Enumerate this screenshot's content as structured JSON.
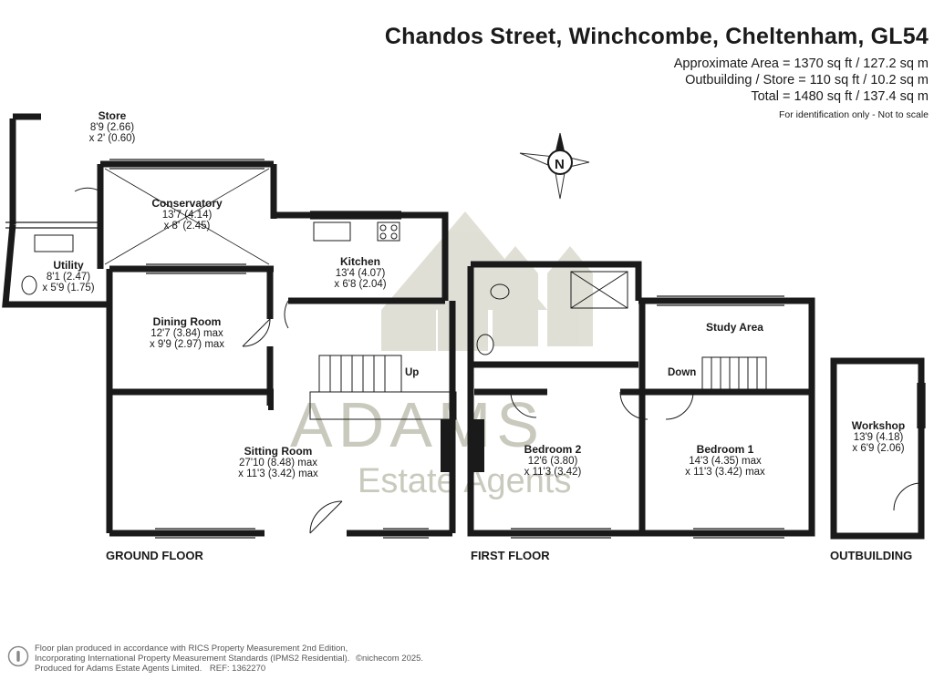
{
  "header": {
    "address": "Chandos Street, Winchcombe, Cheltenham, GL54",
    "approx_area": "Approximate Area = 1370 sq ft / 127.2 sq m",
    "outbuilding_area": "Outbuilding / Store = 110 sq ft / 10.2 sq m",
    "total_area": "Total = 1480 sq ft / 137.4 sq m",
    "note": "For identification only - Not to scale"
  },
  "compass": {
    "label": "N"
  },
  "watermark": {
    "brand": "ADAMS",
    "tagline": "Estate Agents"
  },
  "rooms": {
    "store": {
      "name": "Store",
      "dim1": "8'9 (2.66)",
      "dim2": "x 2' (0.60)"
    },
    "conservatory": {
      "name": "Conservatory",
      "dim1": "13'7 (4.14)",
      "dim2": "x 8' (2.45)"
    },
    "utility": {
      "name": "Utility",
      "dim1": "8'1 (2.47)",
      "dim2": "x 5'9 (1.75)"
    },
    "kitchen": {
      "name": "Kitchen",
      "dim1": "13'4 (4.07)",
      "dim2": "x 6'8 (2.04)"
    },
    "dining": {
      "name": "Dining Room",
      "dim1": "12'7 (3.84) max",
      "dim2": "x 9'9 (2.97) max"
    },
    "sitting": {
      "name": "Sitting Room",
      "dim1": "27'10 (8.48) max",
      "dim2": "x 11'3 (3.42) max"
    },
    "study": {
      "name": "Study Area"
    },
    "bedroom2": {
      "name": "Bedroom 2",
      "dim1": "12'6 (3.80)",
      "dim2": "x 11'3 (3.42)"
    },
    "bedroom1": {
      "name": "Bedroom 1",
      "dim1": "14'3 (4.35) max",
      "dim2": "x 11'3 (3.42) max"
    },
    "workshop": {
      "name": "Workshop",
      "dim1": "13'9 (4.18)",
      "dim2": "x 6'9 (2.06)"
    }
  },
  "stairs": {
    "up": "Up",
    "down": "Down"
  },
  "floors": {
    "ground": "GROUND FLOOR",
    "first": "FIRST FLOOR",
    "outbuilding": "OUTBUILDING"
  },
  "footer": {
    "line1": "Floor plan produced in accordance with RICS Property Measurement 2nd Edition,",
    "line2": "Incorporating International Property Measurement Standards (IPMS2 Residential).",
    "copyright": "©nichecom 2025.",
    "line3": "Produced for Adams Estate Agents Limited.",
    "ref": "REF:  1362270"
  }
}
